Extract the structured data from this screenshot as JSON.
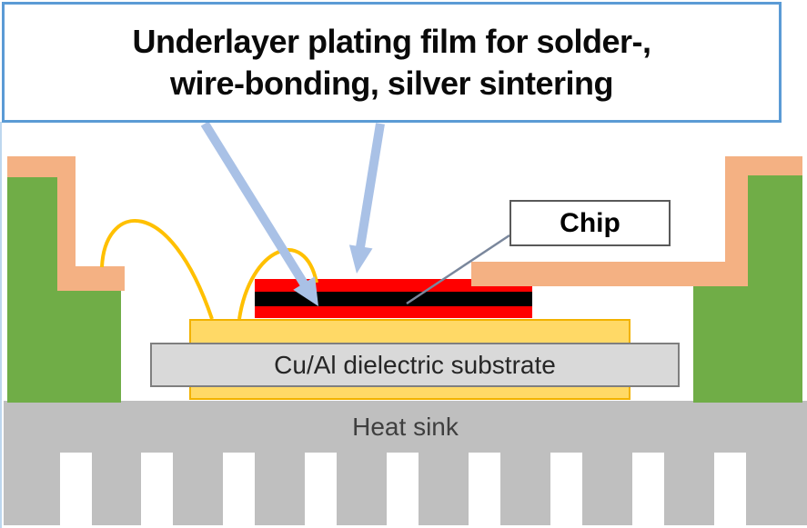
{
  "title": {
    "lines": [
      "Underlayer plating film for solder-,",
      "wire-bonding, silver sintering"
    ]
  },
  "labels": {
    "chip": "Chip",
    "substrate": "Cu/Al dielectric substrate",
    "heat_sink": "Heat sink"
  },
  "colors": {
    "title_border_blue": "#5B9BD5",
    "arrow_blue": "#A9C1E6",
    "lead_frame_green": "#70AD47",
    "plating_orange": "#F4B183",
    "substrate_yellow": "#FFD966",
    "wire_gold": "#FFC000",
    "chip_red": "#FF0000",
    "chip_black": "#000000",
    "heat_sink_gray": "#BFBFBF",
    "label_band_gray": "#D9D9D9"
  }
}
